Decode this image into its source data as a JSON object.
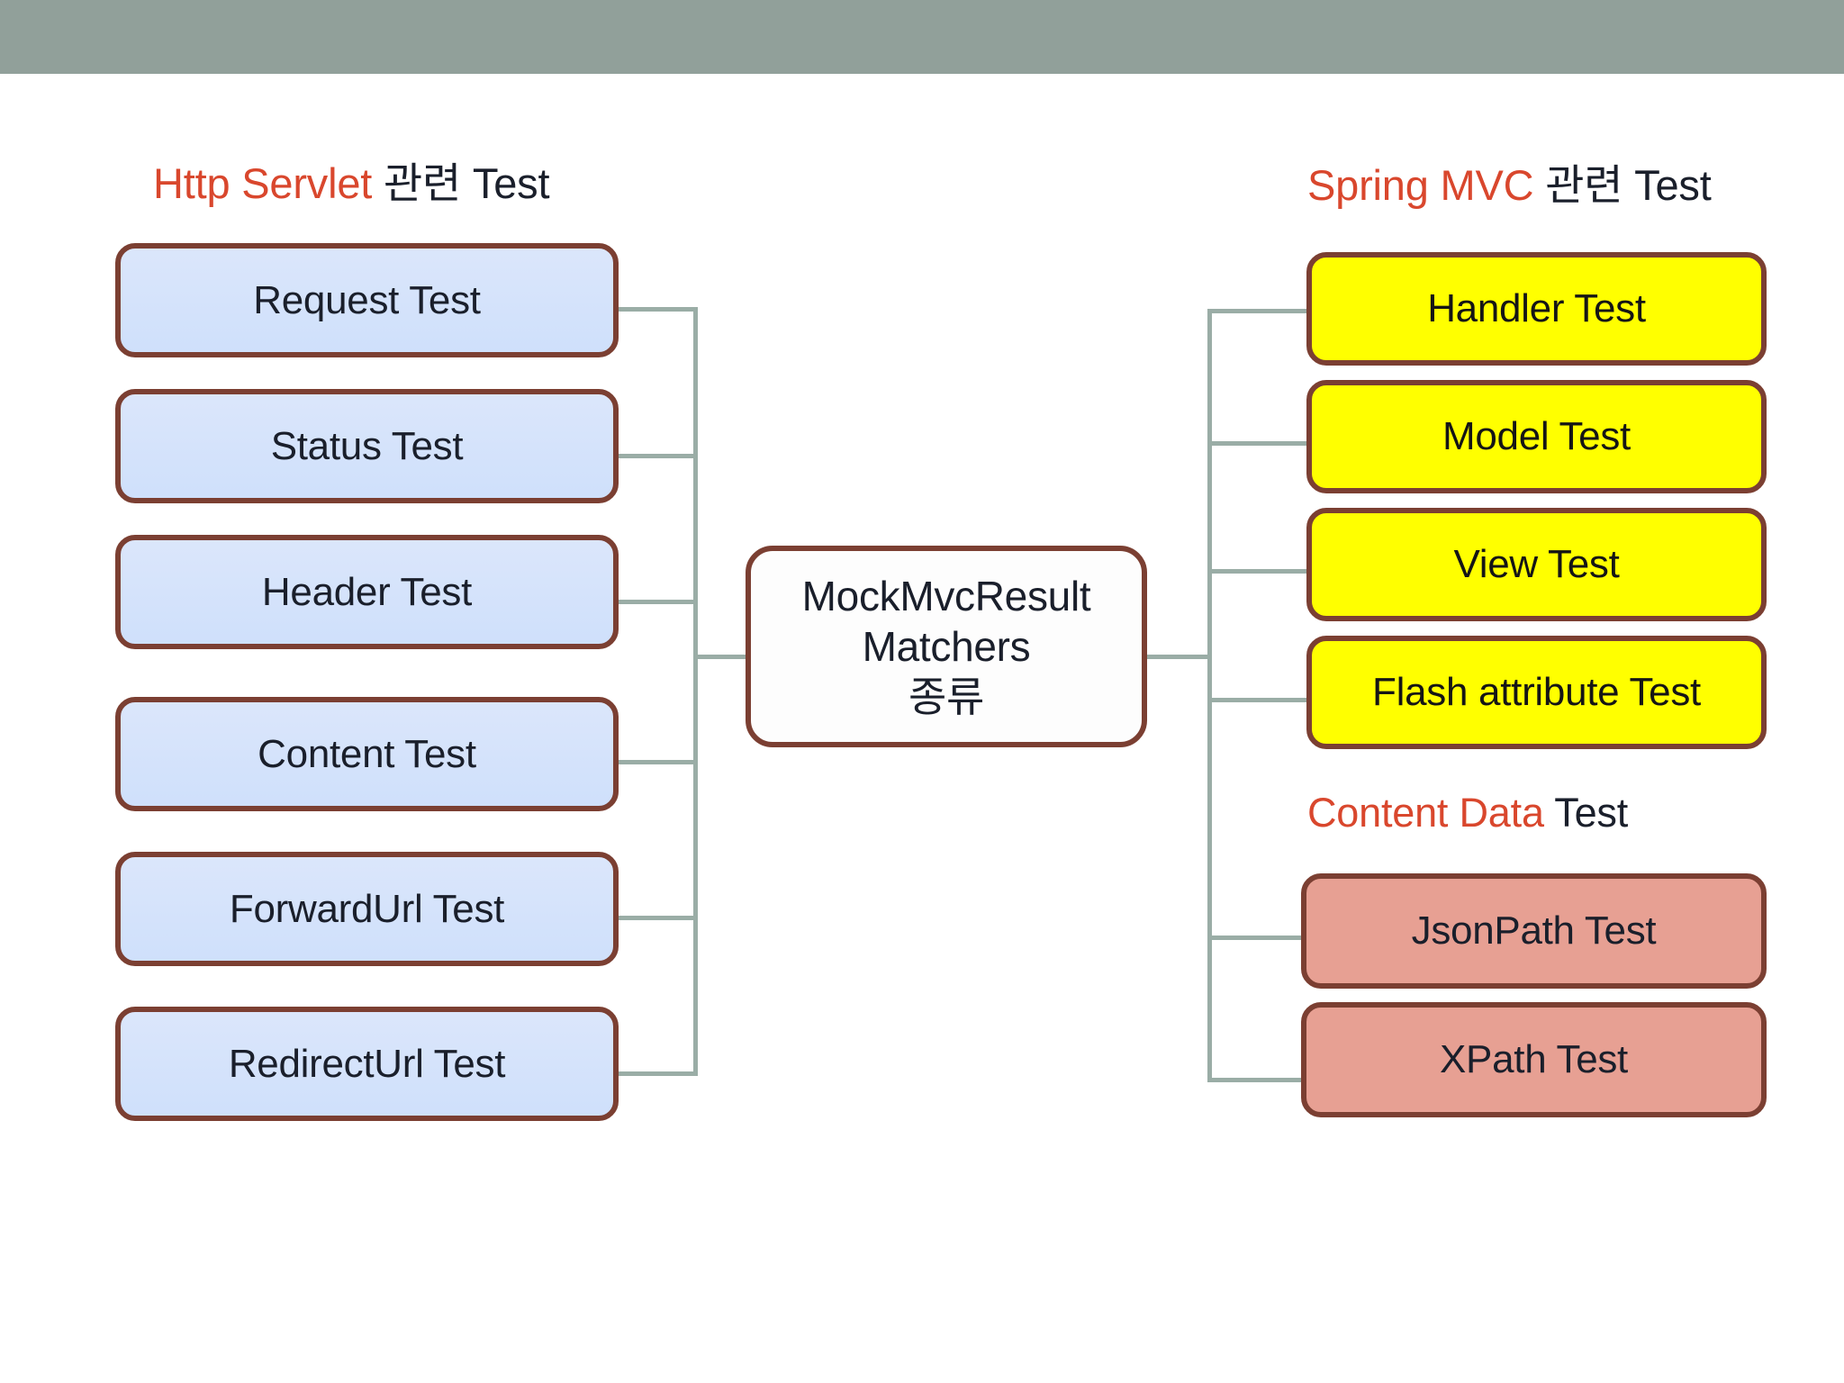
{
  "slide": {
    "banner_color": "#91a09a",
    "background_color": "#ffffff",
    "accent_color": "#d9472d",
    "text_color": "#1a1f2b",
    "border_color": "#7b3f32",
    "connector_color": "#9aada6"
  },
  "headings": {
    "left": {
      "accent": "Http Servlet",
      "rest": " 관련 Test"
    },
    "right": {
      "accent": "Spring MVC",
      "rest": " 관련 Test"
    },
    "content_data": {
      "accent": "Content Data",
      "rest": " Test"
    }
  },
  "center_node": {
    "line1": "MockMvcResult",
    "line2": "Matchers",
    "line3": "종류",
    "fill": "#fdfdfd"
  },
  "left_group": {
    "fill": "#d4e2fb",
    "items": [
      {
        "label": "Request Test"
      },
      {
        "label": "Status Test"
      },
      {
        "label": "Header Test"
      },
      {
        "label": "Content Test"
      },
      {
        "label": "ForwardUrl Test"
      },
      {
        "label": "RedirectUrl Test"
      }
    ]
  },
  "right_group_mvc": {
    "fill": "#ffff00",
    "items": [
      {
        "label": "Handler Test"
      },
      {
        "label": "Model Test"
      },
      {
        "label": "View Test"
      },
      {
        "label": "Flash attribute Test"
      }
    ]
  },
  "right_group_content_data": {
    "fill": "#e7a093",
    "items": [
      {
        "label": "JsonPath Test"
      },
      {
        "label": "XPath Test"
      }
    ]
  }
}
